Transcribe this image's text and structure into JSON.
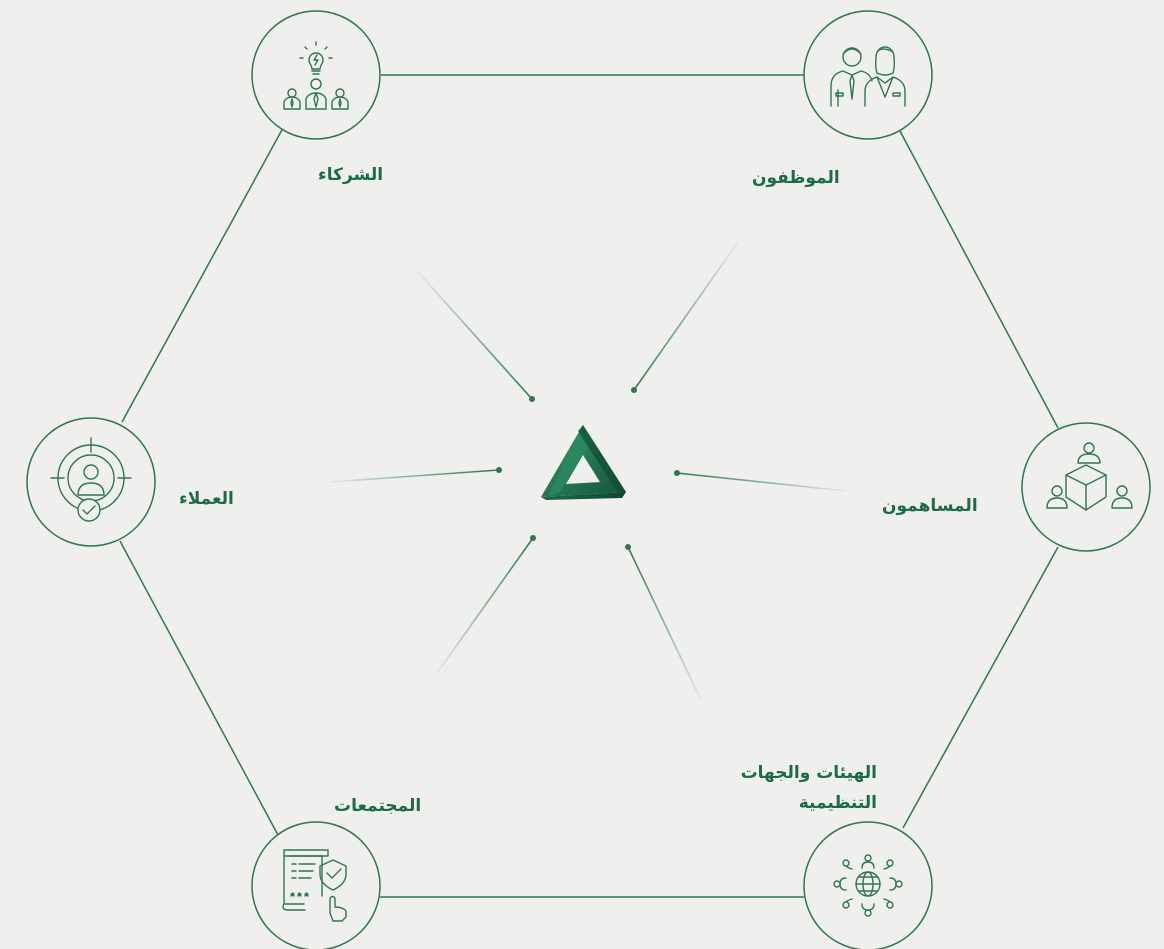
{
  "stakeholders": {
    "partners": "الشركاء",
    "employees": "الموظفون",
    "customers": "العملاء",
    "shareholders": "المساهمون",
    "communities": "المجتمعات",
    "regulators_line1": "الهيئات والجهات",
    "regulators_line2": "التنظيمية"
  },
  "colors": {
    "primary": "#1b6a4a",
    "line": "#2f7556",
    "background": "#efefed"
  },
  "icons": {
    "partners": "idea-team-icon",
    "employees": "employees-icon",
    "customers": "target-customer-icon",
    "shareholders": "shareholders-icon",
    "communities": "checklist-shield-icon",
    "regulators": "globe-network-icon",
    "center": "triangle-logo-icon"
  }
}
